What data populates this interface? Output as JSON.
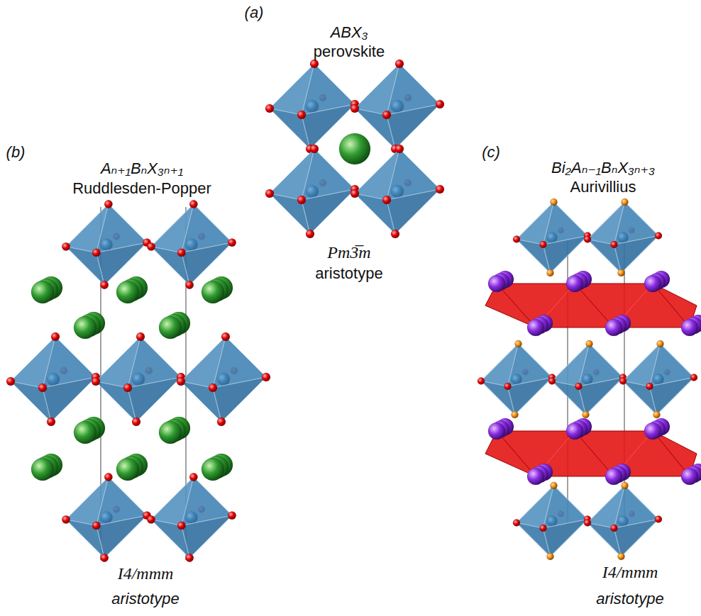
{
  "diagram": {
    "labels": [
      "(a)",
      "ABX₃",
      "perovskite",
      "Pm3̅m",
      "aristotype",
      "(b)",
      "Aₙ₊₁BₙX₃ₙ₊₁",
      "Ruddlesden-Popper",
      "I4/mmm",
      "aristotype",
      "(c)",
      "Bi₂Aₙ₋₁BₙX₃ₙ₊₃",
      "Aurivillius",
      "I4/mmm",
      "aristotype"
    ]
  }
}
